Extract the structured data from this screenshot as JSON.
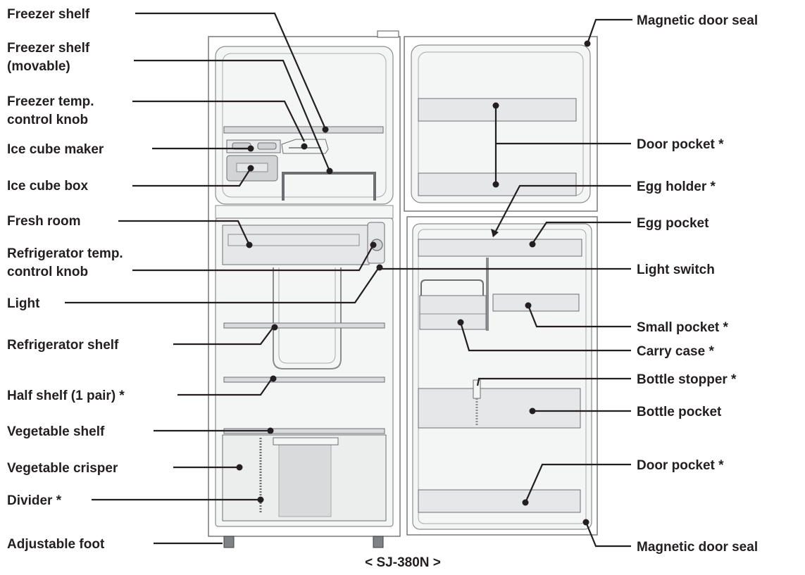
{
  "labels_left": [
    "Freezer shelf",
    "Freezer shelf",
    "(movable)",
    "Freezer temp.",
    "control knob",
    "Ice cube maker",
    "Ice cube box",
    "Fresh room",
    "Refrigerator temp.",
    "control knob",
    "Light",
    "Refrigerator shelf",
    "Half shelf (1 pair) *",
    "Vegetable shelf",
    "Vegetable crisper",
    "Divider *",
    "Adjustable foot"
  ],
  "labels_right": [
    "Magnetic door seal",
    "Door pocket *",
    "Egg holder *",
    "Egg pocket",
    "Light switch",
    "Small pocket *",
    "Carry case *",
    "Bottle stopper *",
    "Bottle pocket",
    "Door pocket *",
    "Magnetic door seal"
  ],
  "caption": "< SJ-380N >"
}
